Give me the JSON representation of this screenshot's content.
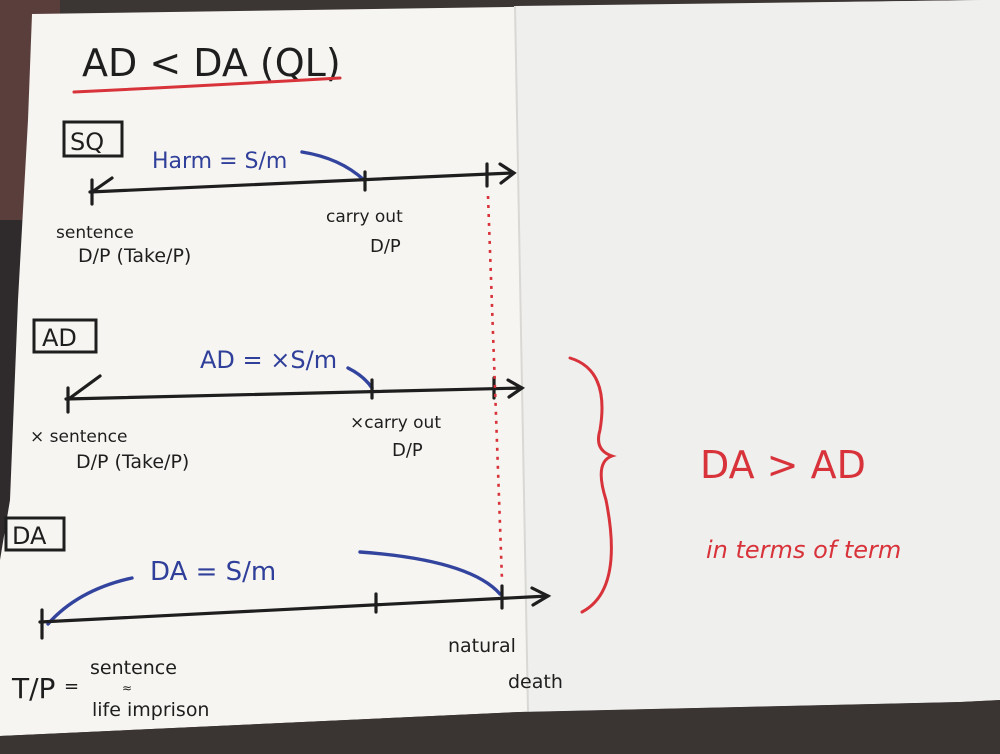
{
  "title": "AD < DA (QL)",
  "sq": {
    "box": "SQ",
    "harm": "Harm = S/m",
    "start_l1": "sentence",
    "start_l2": "D/P (Take/P)",
    "carry_l1": "carry out",
    "carry_l2": "D/P"
  },
  "ad": {
    "box": "AD",
    "label": "AD = ×S/m",
    "start_l1": "× sentence",
    "start_l2": "D/P (Take/P)",
    "carry_l1": "×carry out",
    "carry_l2": "D/P"
  },
  "da": {
    "box": "DA",
    "label": "DA = S/m",
    "end_l1": "natural",
    "end_l2": "death",
    "tp": "T/P",
    "eq": "=",
    "tp_l1": "sentence",
    "tp_mid": "≈",
    "tp_l2": "life imprison"
  },
  "conclusion": {
    "main": "DA > AD",
    "sub": "in terms of term"
  },
  "colors": {
    "ink": "#1e1e1e",
    "blue": "#33449e",
    "red": "#d8333a",
    "paper": "#f6f5f1"
  }
}
